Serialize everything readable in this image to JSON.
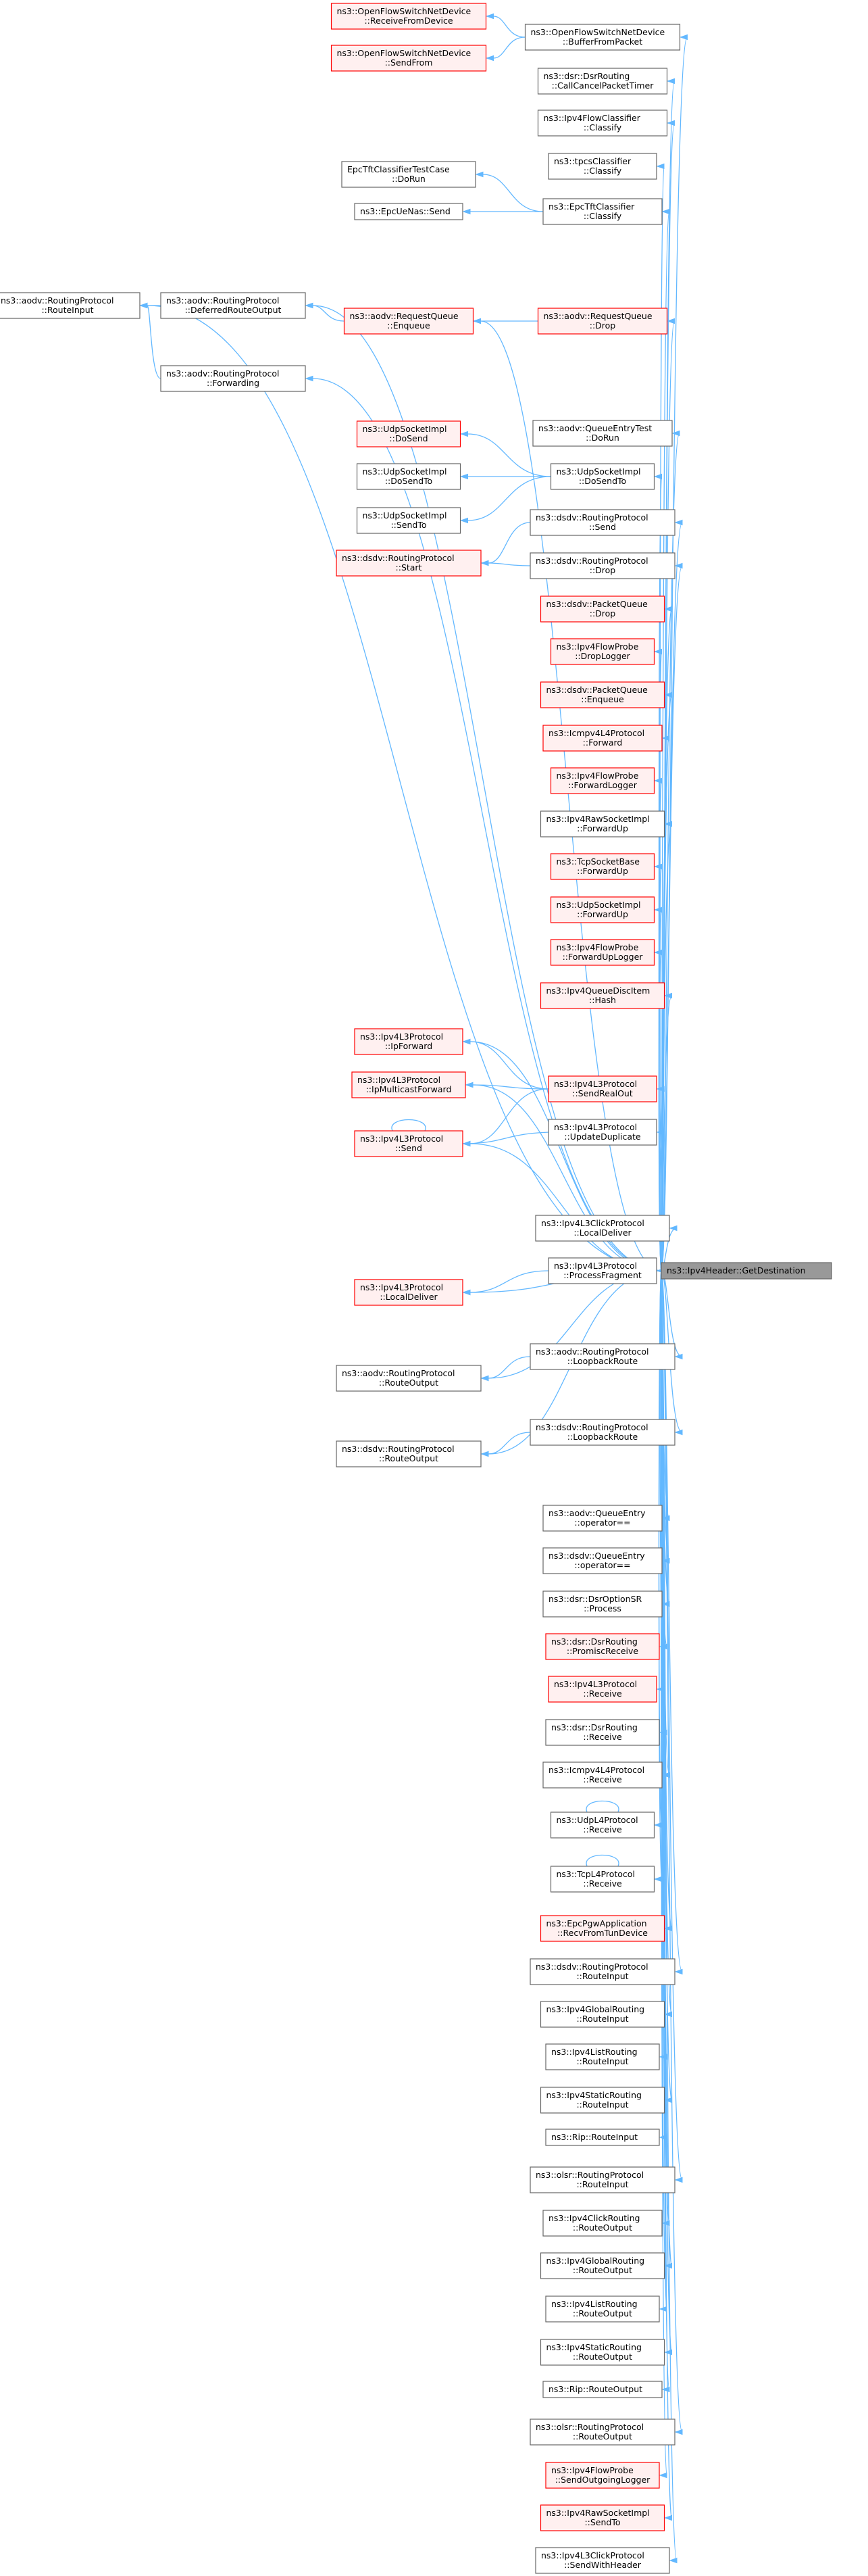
{
  "colors": {
    "edge": "#63b8ff",
    "red_border": "#ff0000",
    "red_fill": "#fff0f0",
    "gray_border": "#666666",
    "focus_fill": "#999999"
  },
  "nodes": [
    {
      "id": "focus",
      "lines": [
        "ns3::Ipv4Header::GetDestination"
      ],
      "style": "focus"
    },
    {
      "id": "ofs_recv",
      "lines": [
        "ns3::OpenFlowSwitchNetDevice",
        "::ReceiveFromDevice"
      ],
      "style": "red"
    },
    {
      "id": "ofs_send",
      "lines": [
        "ns3::OpenFlowSwitchNetDevice",
        "::SendFrom"
      ],
      "style": "red"
    },
    {
      "id": "ofs_buf",
      "lines": [
        "ns3::OpenFlowSwitchNetDevice",
        "::BufferFromPacket"
      ],
      "style": "gray"
    },
    {
      "id": "dsr_timer",
      "lines": [
        "ns3::dsr::DsrRouting",
        "::CallCancelPacketTimer"
      ],
      "style": "gray"
    },
    {
      "id": "ipv4fc",
      "lines": [
        "ns3::Ipv4FlowClassifier",
        "::Classify"
      ],
      "style": "gray"
    },
    {
      "id": "tpcs",
      "lines": [
        "ns3::tpcsClassifier",
        "::Classify"
      ],
      "style": "gray"
    },
    {
      "id": "epc_test",
      "lines": [
        "EpcTftClassifierTestCase",
        "::DoRun"
      ],
      "style": "gray"
    },
    {
      "id": "epcue",
      "lines": [
        "ns3::EpcUeNas::Send"
      ],
      "style": "gray"
    },
    {
      "id": "epctft",
      "lines": [
        "ns3::EpcTftClassifier",
        "::Classify"
      ],
      "style": "gray"
    },
    {
      "id": "aodv_ri",
      "lines": [
        "ns3::aodv::RoutingProtocol",
        "::RouteInput"
      ],
      "style": "gray"
    },
    {
      "id": "aodv_dro",
      "lines": [
        "ns3::aodv::RoutingProtocol",
        "::DeferredRouteOutput"
      ],
      "style": "gray"
    },
    {
      "id": "aodv_enq",
      "lines": [
        "ns3::aodv::RequestQueue",
        "::Enqueue"
      ],
      "style": "red"
    },
    {
      "id": "aodv_drop",
      "lines": [
        "ns3::aodv::RequestQueue",
        "::Drop"
      ],
      "style": "red"
    },
    {
      "id": "aodv_fwd",
      "lines": [
        "ns3::aodv::RoutingProtocol",
        "::Forwarding"
      ],
      "style": "gray"
    },
    {
      "id": "aodv_qet",
      "lines": [
        "ns3::aodv::QueueEntryTest",
        "::DoRun"
      ],
      "style": "gray"
    },
    {
      "id": "udp_dosend",
      "lines": [
        "ns3::UdpSocketImpl",
        "::DoSend"
      ],
      "style": "red"
    },
    {
      "id": "udp_dosendto_l",
      "lines": [
        "ns3::UdpSocketImpl",
        "::DoSendTo"
      ],
      "style": "gray"
    },
    {
      "id": "udp_dosendto_r",
      "lines": [
        "ns3::UdpSocketImpl",
        "::DoSendTo"
      ],
      "style": "gray"
    },
    {
      "id": "udp_sendto",
      "lines": [
        "ns3::UdpSocketImpl",
        "::SendTo"
      ],
      "style": "gray"
    },
    {
      "id": "dsdv_start",
      "lines": [
        "ns3::dsdv::RoutingProtocol",
        "::Start"
      ],
      "style": "red"
    },
    {
      "id": "dsdv_send",
      "lines": [
        "ns3::dsdv::RoutingProtocol",
        "::Send"
      ],
      "style": "gray"
    },
    {
      "id": "dsdv_drop",
      "lines": [
        "ns3::dsdv::RoutingProtocol",
        "::Drop"
      ],
      "style": "gray"
    },
    {
      "id": "dsdv_pq_drop",
      "lines": [
        "ns3::dsdv::PacketQueue",
        "::Drop"
      ],
      "style": "red"
    },
    {
      "id": "fp_droplog",
      "lines": [
        "ns3::Ipv4FlowProbe",
        "::DropLogger"
      ],
      "style": "red"
    },
    {
      "id": "dsdv_pq_enq",
      "lines": [
        "ns3::dsdv::PacketQueue",
        "::Enqueue"
      ],
      "style": "red"
    },
    {
      "id": "icmp_fwd",
      "lines": [
        "ns3::Icmpv4L4Protocol",
        "::Forward"
      ],
      "style": "red"
    },
    {
      "id": "fp_fwdlog",
      "lines": [
        "ns3::Ipv4FlowProbe",
        "::ForwardLogger"
      ],
      "style": "red"
    },
    {
      "id": "raw_fwdup",
      "lines": [
        "ns3::Ipv4RawSocketImpl",
        "::ForwardUp"
      ],
      "style": "gray"
    },
    {
      "id": "tcp_fwdup",
      "lines": [
        "ns3::TcpSocketBase",
        "::ForwardUp"
      ],
      "style": "red"
    },
    {
      "id": "udp_fwdup",
      "lines": [
        "ns3::UdpSocketImpl",
        "::ForwardUp"
      ],
      "style": "red"
    },
    {
      "id": "fp_fwduplog",
      "lines": [
        "ns3::Ipv4FlowProbe",
        "::ForwardUpLogger"
      ],
      "style": "red"
    },
    {
      "id": "qdisc_hash",
      "lines": [
        "ns3::Ipv4QueueDiscItem",
        "::Hash"
      ],
      "style": "red"
    },
    {
      "id": "l3_ipfwd",
      "lines": [
        "ns3::Ipv4L3Protocol",
        "::IpForward"
      ],
      "style": "red"
    },
    {
      "id": "l3_mcast",
      "lines": [
        "ns3::Ipv4L3Protocol",
        "::IpMulticastForward"
      ],
      "style": "red"
    },
    {
      "id": "l3_sendreal",
      "lines": [
        "ns3::Ipv4L3Protocol",
        "::SendRealOut"
      ],
      "style": "red"
    },
    {
      "id": "l3_send",
      "lines": [
        "ns3::Ipv4L3Protocol",
        "::Send"
      ],
      "style": "red"
    },
    {
      "id": "l3_updup",
      "lines": [
        "ns3::Ipv4L3Protocol",
        "::UpdateDuplicate"
      ],
      "style": "gray"
    },
    {
      "id": "click_ld",
      "lines": [
        "ns3::Ipv4L3ClickProtocol",
        "::LocalDeliver"
      ],
      "style": "gray"
    },
    {
      "id": "l3_procfrag",
      "lines": [
        "ns3::Ipv4L3Protocol",
        "::ProcessFragment"
      ],
      "style": "gray"
    },
    {
      "id": "l3_ld",
      "lines": [
        "ns3::Ipv4L3Protocol",
        "::LocalDeliver"
      ],
      "style": "red"
    },
    {
      "id": "aodv_lbr",
      "lines": [
        "ns3::aodv::RoutingProtocol",
        "::LoopbackRoute"
      ],
      "style": "gray"
    },
    {
      "id": "aodv_ro",
      "lines": [
        "ns3::aodv::RoutingProtocol",
        "::RouteOutput"
      ],
      "style": "gray"
    },
    {
      "id": "dsdv_lbr",
      "lines": [
        "ns3::dsdv::RoutingProtocol",
        "::LoopbackRoute"
      ],
      "style": "gray"
    },
    {
      "id": "dsdv_ro",
      "lines": [
        "ns3::dsdv::RoutingProtocol",
        "::RouteOutput"
      ],
      "style": "gray"
    },
    {
      "id": "aodv_qe_eq",
      "lines": [
        "ns3::aodv::QueueEntry",
        "::operator=="
      ],
      "style": "gray"
    },
    {
      "id": "dsdv_qe_eq",
      "lines": [
        "ns3::dsdv::QueueEntry",
        "::operator=="
      ],
      "style": "gray"
    },
    {
      "id": "dsr_sr",
      "lines": [
        "ns3::dsr::DsrOptionSR",
        "::Process"
      ],
      "style": "gray"
    },
    {
      "id": "dsr_promisc",
      "lines": [
        "ns3::dsr::DsrRouting",
        "::PromiscReceive"
      ],
      "style": "red"
    },
    {
      "id": "l3_recv",
      "lines": [
        "ns3::Ipv4L3Protocol",
        "::Receive"
      ],
      "style": "red"
    },
    {
      "id": "dsr_recv",
      "lines": [
        "ns3::dsr::DsrRouting",
        "::Receive"
      ],
      "style": "gray"
    },
    {
      "id": "icmp_recv",
      "lines": [
        "ns3::Icmpv4L4Protocol",
        "::Receive"
      ],
      "style": "gray"
    },
    {
      "id": "udpl4_recv",
      "lines": [
        "ns3::UdpL4Protocol",
        "::Receive"
      ],
      "style": "gray"
    },
    {
      "id": "tcpl4_recv",
      "lines": [
        "ns3::TcpL4Protocol",
        "::Receive"
      ],
      "style": "gray"
    },
    {
      "id": "pgw_recv",
      "lines": [
        "ns3::EpcPgwApplication",
        "::RecvFromTunDevice"
      ],
      "style": "red"
    },
    {
      "id": "dsdv_ri",
      "lines": [
        "ns3::dsdv::RoutingProtocol",
        "::RouteInput"
      ],
      "style": "gray"
    },
    {
      "id": "glob_ri",
      "lines": [
        "ns3::Ipv4GlobalRouting",
        "::RouteInput"
      ],
      "style": "gray"
    },
    {
      "id": "list_ri",
      "lines": [
        "ns3::Ipv4ListRouting",
        "::RouteInput"
      ],
      "style": "gray"
    },
    {
      "id": "static_ri",
      "lines": [
        "ns3::Ipv4StaticRouting",
        "::RouteInput"
      ],
      "style": "gray"
    },
    {
      "id": "rip_ri",
      "lines": [
        "ns3::Rip::RouteInput"
      ],
      "style": "gray"
    },
    {
      "id": "olsr_ri",
      "lines": [
        "ns3::olsr::RoutingProtocol",
        "::RouteInput"
      ],
      "style": "gray"
    },
    {
      "id": "click_ro",
      "lines": [
        "ns3::Ipv4ClickRouting",
        "::RouteOutput"
      ],
      "style": "gray"
    },
    {
      "id": "glob_ro",
      "lines": [
        "ns3::Ipv4GlobalRouting",
        "::RouteOutput"
      ],
      "style": "gray"
    },
    {
      "id": "list_ro",
      "lines": [
        "ns3::Ipv4ListRouting",
        "::RouteOutput"
      ],
      "style": "gray"
    },
    {
      "id": "static_ro",
      "lines": [
        "ns3::Ipv4StaticRouting",
        "::RouteOutput"
      ],
      "style": "gray"
    },
    {
      "id": "rip_ro",
      "lines": [
        "ns3::Rip::RouteOutput"
      ],
      "style": "gray"
    },
    {
      "id": "olsr_ro",
      "lines": [
        "ns3::olsr::RoutingProtocol",
        "::RouteOutput"
      ],
      "style": "gray"
    },
    {
      "id": "fp_sendout",
      "lines": [
        "ns3::Ipv4FlowProbe",
        "::SendOutgoingLogger"
      ],
      "style": "red"
    },
    {
      "id": "raw_sendto",
      "lines": [
        "ns3::Ipv4RawSocketImpl",
        "::SendTo"
      ],
      "style": "red"
    },
    {
      "id": "click_swh",
      "lines": [
        "ns3::Ipv4L3ClickProtocol",
        "::SendWithHeader"
      ],
      "style": "gray"
    }
  ],
  "edges": [
    [
      "ofs_recv",
      "ofs_buf"
    ],
    [
      "ofs_send",
      "ofs_buf"
    ],
    [
      "epc_test",
      "epctft"
    ],
    [
      "epcue",
      "epctft"
    ],
    [
      "aodv_ri",
      "aodv_dro"
    ],
    [
      "aodv_ri",
      "aodv_fwd"
    ],
    [
      "aodv_dro",
      "aodv_enq"
    ],
    [
      "aodv_enq",
      "aodv_drop"
    ],
    [
      "udp_dosend",
      "udp_dosendto_r"
    ],
    [
      "udp_dosendto_l",
      "udp_dosendto_r"
    ],
    [
      "udp_sendto",
      "udp_dosendto_r"
    ],
    [
      "dsdv_start",
      "dsdv_send"
    ],
    [
      "dsdv_start",
      "dsdv_drop"
    ],
    [
      "l3_ipfwd",
      "l3_sendreal"
    ],
    [
      "l3_mcast",
      "l3_sendreal"
    ],
    [
      "l3_send",
      "l3_sendreal"
    ],
    [
      "l3_updup",
      "l3_send"
    ],
    [
      "l3_send",
      "l3_send"
    ],
    [
      "l3_ld",
      "l3_procfrag"
    ],
    [
      "aodv_ro",
      "aodv_lbr"
    ],
    [
      "dsdv_ro",
      "dsdv_lbr"
    ],
    [
      "udpl4_recv",
      "udpl4_recv"
    ],
    [
      "tcpl4_recv",
      "tcpl4_recv"
    ],
    [
      "ofs_buf",
      "focus"
    ],
    [
      "dsr_timer",
      "focus"
    ],
    [
      "ipv4fc",
      "focus"
    ],
    [
      "tpcs",
      "focus"
    ],
    [
      "epctft",
      "focus"
    ],
    [
      "aodv_ri",
      "focus"
    ],
    [
      "aodv_dro",
      "focus"
    ],
    [
      "aodv_enq",
      "focus"
    ],
    [
      "aodv_drop",
      "focus"
    ],
    [
      "aodv_fwd",
      "focus"
    ],
    [
      "aodv_qet",
      "focus"
    ],
    [
      "udp_dosendto_r",
      "focus"
    ],
    [
      "dsdv_send",
      "focus"
    ],
    [
      "dsdv_drop",
      "focus"
    ],
    [
      "dsdv_pq_drop",
      "focus"
    ],
    [
      "fp_droplog",
      "focus"
    ],
    [
      "dsdv_pq_enq",
      "focus"
    ],
    [
      "icmp_fwd",
      "focus"
    ],
    [
      "fp_fwdlog",
      "focus"
    ],
    [
      "raw_fwdup",
      "focus"
    ],
    [
      "tcp_fwdup",
      "focus"
    ],
    [
      "udp_fwdup",
      "focus"
    ],
    [
      "fp_fwduplog",
      "focus"
    ],
    [
      "qdisc_hash",
      "focus"
    ],
    [
      "l3_ipfwd",
      "focus"
    ],
    [
      "l3_mcast",
      "focus"
    ],
    [
      "l3_sendreal",
      "focus"
    ],
    [
      "l3_send",
      "focus"
    ],
    [
      "l3_updup",
      "focus"
    ],
    [
      "click_ld",
      "focus"
    ],
    [
      "l3_procfrag",
      "focus"
    ],
    [
      "l3_ld",
      "focus"
    ],
    [
      "aodv_lbr",
      "focus"
    ],
    [
      "aodv_ro",
      "focus"
    ],
    [
      "dsdv_lbr",
      "focus"
    ],
    [
      "dsdv_ro",
      "focus"
    ],
    [
      "aodv_qe_eq",
      "focus"
    ],
    [
      "dsdv_qe_eq",
      "focus"
    ],
    [
      "dsr_sr",
      "focus"
    ],
    [
      "dsr_promisc",
      "focus"
    ],
    [
      "l3_recv",
      "focus"
    ],
    [
      "dsr_recv",
      "focus"
    ],
    [
      "icmp_recv",
      "focus"
    ],
    [
      "udpl4_recv",
      "focus"
    ],
    [
      "tcpl4_recv",
      "focus"
    ],
    [
      "pgw_recv",
      "focus"
    ],
    [
      "dsdv_ri",
      "focus"
    ],
    [
      "glob_ri",
      "focus"
    ],
    [
      "list_ri",
      "focus"
    ],
    [
      "static_ri",
      "focus"
    ],
    [
      "rip_ri",
      "focus"
    ],
    [
      "olsr_ri",
      "focus"
    ],
    [
      "click_ro",
      "focus"
    ],
    [
      "glob_ro",
      "focus"
    ],
    [
      "list_ro",
      "focus"
    ],
    [
      "static_ro",
      "focus"
    ],
    [
      "rip_ro",
      "focus"
    ],
    [
      "olsr_ro",
      "focus"
    ],
    [
      "fp_sendout",
      "focus"
    ],
    [
      "raw_sendto",
      "focus"
    ],
    [
      "click_swh",
      "focus"
    ]
  ]
}
